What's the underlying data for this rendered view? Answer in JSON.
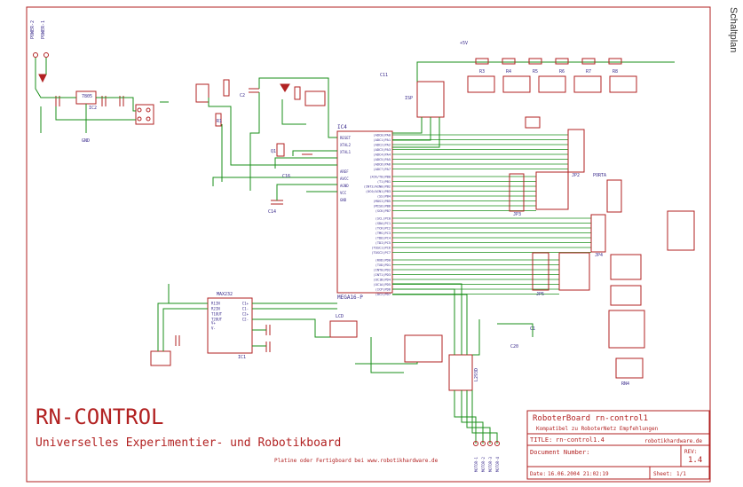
{
  "side_label": "Schaltplan",
  "title_block": {
    "main_title": "RN-CONTROL",
    "subtitle": "Universelles Experimentier- und Robotikboard",
    "note": "Platine oder Fertigboard bei www.robotikhardware.de",
    "board_name": "RoboterBoard rn-control1",
    "compat": "Kompatibel zu RoboterNetz Empfehlungen",
    "title_label": "TITLE:",
    "title_value": "rn-control1.4",
    "website": "robotikhardware.de",
    "docnum_label": "Document Number:",
    "rev_label": "REV:",
    "rev_value": "1.4",
    "date_label": "Date:",
    "date_value": "16.06.2004 21:02:19",
    "sheet_label": "Sheet:",
    "sheet_value": "1/1"
  },
  "components": {
    "mcu_ref": "IC4",
    "mcu_name": "MEGA16-P",
    "max232_name": "MAX232",
    "max232_ref": "IC1",
    "driver_name": "L293D",
    "reg_name": "7805",
    "reg_ref": "IC2",
    "porta": "PORTA",
    "jp2": "JP2",
    "jp3": "JP3",
    "jp4": "JP4",
    "jp5": "JP5",
    "lcd": "LCD",
    "isp": "ISP",
    "power1": "POWER-1",
    "power2": "POWER-2",
    "vcc": "+5V",
    "gnd": "GND",
    "r1": "R1",
    "r3": "R3",
    "r4": "R4",
    "r5": "R5",
    "r6": "R6",
    "r7": "R7",
    "r8": "R8",
    "c1": "C1",
    "c2": "C2",
    "c11": "C11",
    "c14": "C14",
    "c16": "C16",
    "c20": "C20",
    "q1": "Q1",
    "rn4": "RN4",
    "motor_a": "MOTOR-1",
    "motor_b": "MOTOR-2",
    "motor_c": "MOTOR-3",
    "motor_d": "MOTOR-4"
  },
  "mcu_pins_left": [
    "RESET",
    "XTAL2",
    "XTAL1",
    "AREF",
    "AVCC",
    "AGND",
    "VCC",
    "GND"
  ],
  "mcu_pins_right": [
    "(ADC0)PA0",
    "(ADC1)PA1",
    "(ADC2)PA2",
    "(ADC3)PA3",
    "(ADC4)PA4",
    "(ADC5)PA5",
    "(ADC6)PA6",
    "(ADC7)PA7",
    "(XCK/T0)PB0",
    "(T1)PB1",
    "(INT2/AIN0)PB2",
    "(OC0/AIN1)PB3",
    "(SS)PB4",
    "(MOSI)PB5",
    "(MISO)PB6",
    "(SCK)PB7",
    "(SCL)PC0",
    "(SDA)PC1",
    "(TCK)PC2",
    "(TMS)PC3",
    "(TDO)PC4",
    "(TDI)PC5",
    "(TOSC1)PC6",
    "(TOSC2)PC7",
    "(RXD)PD0",
    "(TXD)PD1",
    "(INT0)PD2",
    "(INT1)PD3",
    "(OC1B)PD4",
    "(OC1A)PD5",
    "(ICP)PD6",
    "(OC2)PD7"
  ],
  "max232_pins": [
    "R1IN",
    "R2IN",
    "T1OUT",
    "T2OUT",
    "C1+",
    "C1-",
    "C2+",
    "C2-",
    "V+",
    "V-"
  ],
  "colors": {
    "wire": "#1a8f1a",
    "part": "#b22222",
    "text": "#3a2b8c",
    "junction": "#1a1a8c"
  }
}
